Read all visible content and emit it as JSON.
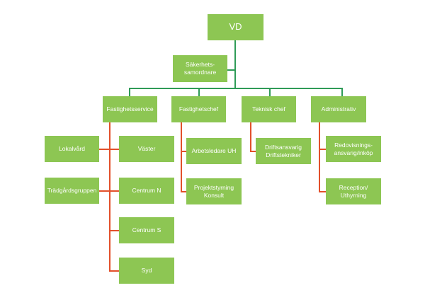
{
  "colors": {
    "box_fill": "#8dc653",
    "box_text": "#ffffff",
    "green_connector": "#2f9b57",
    "red_connector": "#e2502b"
  },
  "org": {
    "ceo": "VD",
    "safety": "Säkerhets-\nsamordnare",
    "departments": {
      "fastighetsservice": {
        "title": "Fastighetsservice",
        "left_units": [
          "Lokalvård",
          "Trädgårdsgruppen"
        ],
        "right_units": [
          "Väster",
          "Centrum N",
          "Centrum S",
          "Syd"
        ]
      },
      "fastighetschef": {
        "title": "Fastighetschef",
        "units": [
          "Arbetsledare UH",
          "Projektstyrning\nKonsult"
        ]
      },
      "teknisk": {
        "title": "Teknisk chef",
        "units": [
          "Driftsansvarig\nDriftstekniker"
        ]
      },
      "administrativ": {
        "title": "Administrativ",
        "units": [
          "Redovisnings-\nansvarig/inköp",
          "Reception/\nUthyrning"
        ]
      }
    }
  }
}
